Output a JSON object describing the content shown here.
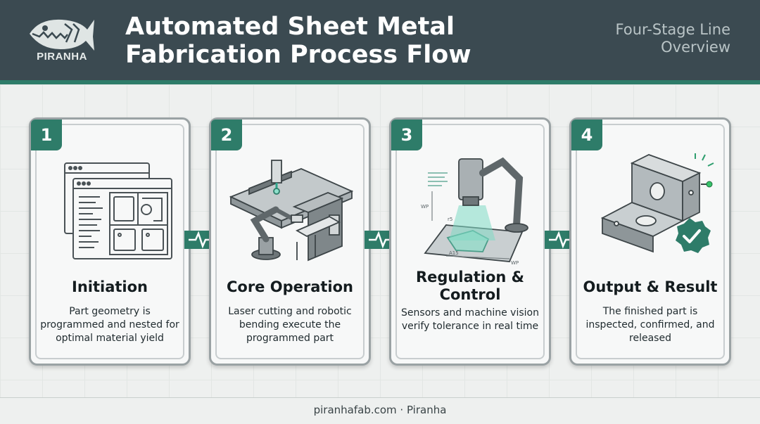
{
  "brand": {
    "name": "PIRANHA",
    "colors": {
      "header": "#3b4a51",
      "accent": "#2e7c69"
    }
  },
  "header": {
    "title": "Automated Sheet Metal Fabrication Process Flow",
    "subtitle": "Four-Stage Line Overview"
  },
  "stages": [
    {
      "number": "1",
      "title": "Initiation",
      "description": "Part geometry is programmed and nested for optimal material yield",
      "icon": "cad-screens-icon"
    },
    {
      "number": "2",
      "title": "Core Operation",
      "description": "Laser cutting and robotic bending execute the programmed part",
      "icon": "laser-and-robot-icon"
    },
    {
      "number": "3",
      "title": "Regulation & Control",
      "description": "Sensors and machine vision verify tolerance in real time",
      "icon": "vision-inspection-icon"
    },
    {
      "number": "4",
      "title": "Output & Result",
      "description": "The finished part is inspected, confirmed, and released",
      "icon": "finished-bracket-icon"
    }
  ],
  "illustration_labels": {
    "dim_left": "WP",
    "dim_top": "r5",
    "dim_bottom": "A15",
    "dim_right": "WP"
  },
  "footer": {
    "text": "piranhafab.com · Piranha"
  }
}
